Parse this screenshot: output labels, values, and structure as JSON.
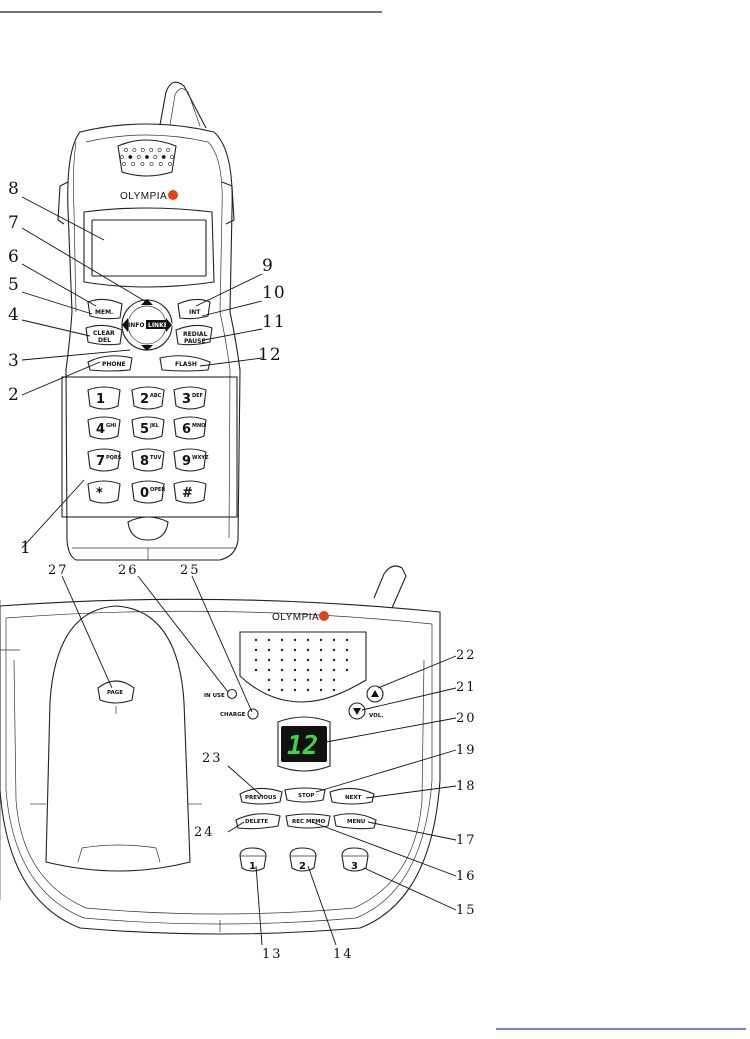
{
  "handset": {
    "brand": "OLYMPIA",
    "keys": {
      "mem": "MEM.",
      "int": "INT",
      "clear_del": [
        "CLEAR",
        "DEL"
      ],
      "redial_pause": [
        "REDIAL",
        "PAUSE"
      ],
      "phone": "PHONE",
      "flash": "FLASH",
      "nav_left": "INFO",
      "nav_right": "LINKED"
    },
    "keypad": [
      {
        "num": "1",
        "sub": ""
      },
      {
        "num": "2",
        "sub": "ABC"
      },
      {
        "num": "3",
        "sub": "DEF"
      },
      {
        "num": "4",
        "sub": "GHI"
      },
      {
        "num": "5",
        "sub": "JKL"
      },
      {
        "num": "6",
        "sub": "MNO"
      },
      {
        "num": "7",
        "sub": "PQRS"
      },
      {
        "num": "8",
        "sub": "TUV"
      },
      {
        "num": "9",
        "sub": "WXYZ"
      },
      {
        "num": "*",
        "sub": ""
      },
      {
        "num": "0",
        "sub": "OPER"
      },
      {
        "num": "#",
        "sub": ""
      }
    ]
  },
  "base": {
    "brand": "OLYMPIA",
    "display_value": "12",
    "labels": {
      "page": "PAGE",
      "in_use": "IN USE",
      "charge": "CHARGE",
      "vol": "VOL.",
      "previous": "PREVIOUS",
      "stop": "STOP",
      "next": "NEXT",
      "delete": "DELETE",
      "rec_memo": "REC MEMO",
      "menu": "MENU",
      "mem1": "1",
      "mem2": "2",
      "mem3": "3"
    }
  },
  "callouts": {
    "n1": "1",
    "n2": "2",
    "n3": "3",
    "n4": "4",
    "n5": "5",
    "n6": "6",
    "n7": "7",
    "n8": "8",
    "n9": "9",
    "n10": "10",
    "n11": "11",
    "n12": "12",
    "n13": "13",
    "n14": "14",
    "n15": "15",
    "n16": "16",
    "n17": "17",
    "n18": "18",
    "n19": "19",
    "n20": "20",
    "n21": "21",
    "n22": "22",
    "n23": "23",
    "n24": "24",
    "n25": "25",
    "n26": "26",
    "n27": "27"
  }
}
